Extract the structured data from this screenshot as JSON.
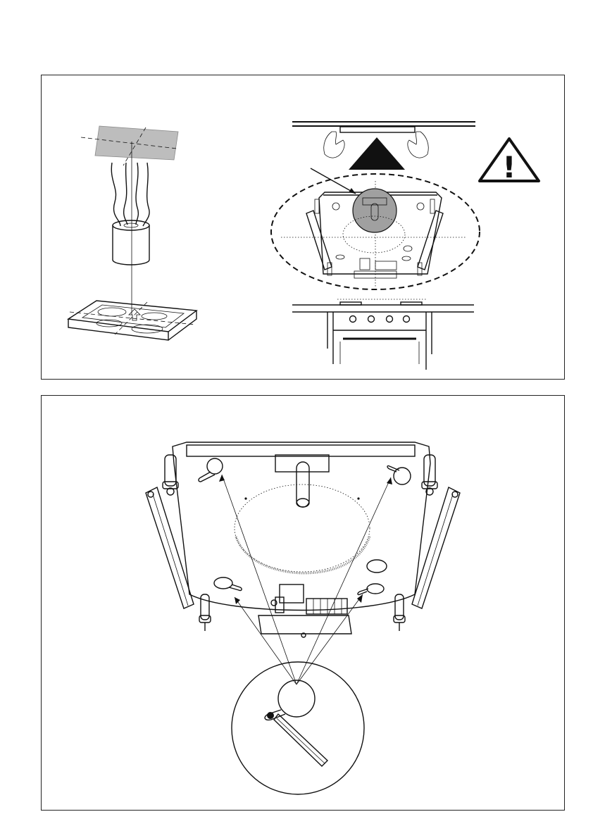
{
  "figure": {
    "top_panel": {
      "left_illustration": "hood-over-hob-alignment",
      "right_illustration": "hood-lifted-to-ceiling",
      "warning_symbol": "!",
      "warning_icon": "warning-triangle-icon"
    },
    "bottom_panel": {
      "illustration": "ceiling-bracket-screw-slots",
      "detail": "keyhole-slot-with-screw-detail"
    },
    "colors": {
      "line": "#111111",
      "ceiling_fill": "#bdbdbd",
      "highlight_fill": "#a0a0a0",
      "background": "#ffffff"
    }
  }
}
